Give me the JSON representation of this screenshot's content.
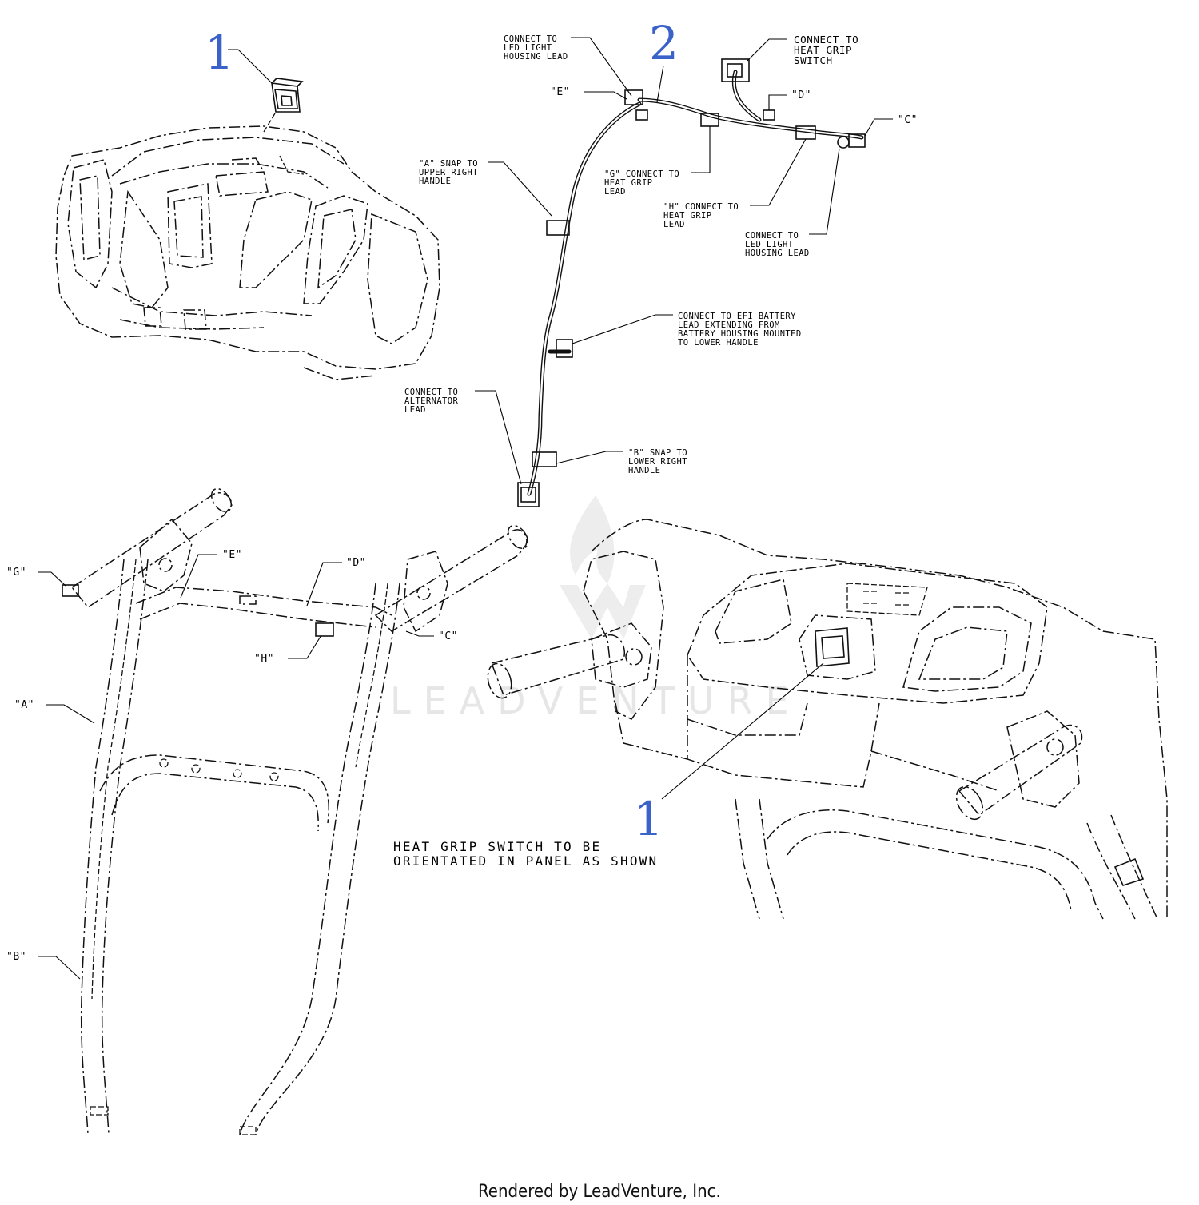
{
  "callouts": {
    "switch_top": "1",
    "harness": "2",
    "switch_panel": "1"
  },
  "labels": {
    "e_top": "\"E\"",
    "connect_led_left": [
      "CONNECT TO",
      "LED LIGHT",
      "HOUSING LEAD"
    ],
    "connect_heat_switch": [
      "CONNECT TO",
      "HEAT GRIP",
      "SWITCH"
    ],
    "d_top": "\"D\"",
    "c_top": "\"C\"",
    "a_snap": [
      "\"A\" SNAP TO",
      "UPPER RIGHT",
      "HANDLE"
    ],
    "g_connect": [
      "\"G\" CONNECT TO",
      "HEAT GRIP",
      "LEAD"
    ],
    "h_connect": [
      "\"H\" CONNECT TO",
      "HEAT GRIP",
      "LEAD"
    ],
    "connect_led_right": [
      "CONNECT TO",
      "LED LIGHT",
      "HOUSING LEAD"
    ],
    "efi_battery": [
      "CONNECT TO EFI BATTERY",
      "LEAD EXTENDING FROM",
      "BATTERY HOUSING MOUNTED",
      "TO LOWER HANDLE"
    ],
    "alternator": [
      "CONNECT TO",
      "ALTERNATOR",
      "LEAD"
    ],
    "b_snap": [
      "\"B\" SNAP TO",
      "LOWER RIGHT",
      "HANDLE"
    ],
    "g_handle": "\"G\"",
    "e_handle": "\"E\"",
    "d_handle": "\"D\"",
    "c_handle": "\"C\"",
    "h_handle": "\"H\"",
    "a_handle": "\"A\"",
    "b_handle": "\"B\""
  },
  "note": [
    "HEAT GRIP SWITCH TO BE",
    "ORIENTATED IN PANEL AS SHOWN"
  ],
  "watermark": "LEADVENTURE",
  "footer": "Rendered by LeadVenture, Inc.",
  "colors": {
    "callout": "#3a62c8",
    "line": "#111111",
    "watermark": "#e6e6e6"
  }
}
